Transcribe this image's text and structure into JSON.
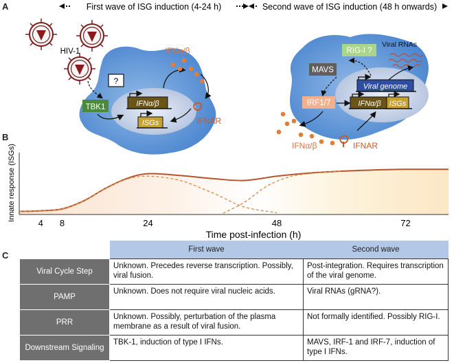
{
  "panels": {
    "a": "A",
    "b": "B",
    "c": "C"
  },
  "header": {
    "first_wave": "First wave of ISG induction (4-24 h)",
    "second_wave": "Second wave of ISG induction (48 h onwards)"
  },
  "cell1": {
    "virus": "HIV-1",
    "unknown": "?",
    "tbk1": "TBK1",
    "ifn_gene": "IFNα/β",
    "isg_gene": "ISGs",
    "ifn_secreted": "IFNα/β",
    "receptor": "IFNAR"
  },
  "cell2": {
    "rigi": "RIG-I ?",
    "viral_rnas": "Viral RNAs",
    "mavs": "MAVS",
    "viral_genome": "Viral genome",
    "irf": "IRF1/7",
    "ifn_gene": "IFNα/β",
    "isg_gene": "ISGs",
    "ifn_secreted": "IFNα/β",
    "receptor": "IFNAR"
  },
  "chart_data": {
    "type": "line",
    "ylabel": "Innate response (ISGs)",
    "xlabel": "Time post-infection (h)",
    "x_ticks": [
      "4",
      "8",
      "24",
      "48",
      "72"
    ],
    "xlim": [
      0,
      80
    ],
    "series": [
      {
        "style": "solid",
        "color": "#b5532a",
        "x": [
          0,
          4,
          8,
          12,
          16,
          20,
          24,
          30,
          36,
          42,
          48,
          54,
          60,
          66,
          72,
          80
        ],
        "y": [
          0.05,
          0.06,
          0.09,
          0.22,
          0.42,
          0.58,
          0.66,
          0.63,
          0.58,
          0.55,
          0.62,
          0.67,
          0.7,
          0.72,
          0.73,
          0.73
        ]
      },
      {
        "style": "dashed",
        "color": "#d98a47",
        "x": [
          0,
          4,
          8,
          12,
          16,
          20,
          24,
          30,
          36,
          42,
          48
        ],
        "y": [
          0.05,
          0.06,
          0.09,
          0.22,
          0.42,
          0.57,
          0.62,
          0.55,
          0.35,
          0.12,
          0.03
        ]
      },
      {
        "style": "dashed",
        "color": "#d98a47",
        "x": [
          38,
          42,
          46,
          50,
          54,
          60
        ],
        "y": [
          0.02,
          0.2,
          0.45,
          0.6,
          0.66,
          0.7
        ]
      }
    ]
  },
  "table": {
    "col_headers": [
      "First wave",
      "Second wave"
    ],
    "rows": [
      {
        "label": "Viral Cycle Step",
        "first": "Unknown. Precedes reverse transcription. Possibly, viral fusion.",
        "second": "Post-integration. Requires transcription of the viral genome."
      },
      {
        "label": "PAMP",
        "first": "Unknown.  Does not require viral nucleic acids.",
        "second": "Viral RNAs (gRNA?)."
      },
      {
        "label": "PRR",
        "first": "Unknown. Possibly, perturbation of the plasma membrane as a result of viral fusion.",
        "second": "Not formally identified. Possibly RIG-I."
      },
      {
        "label": "Downstream Signaling",
        "first": "TBK-1, induction of type I IFNs.",
        "second": "MAVS, IRF-1 and IRF-7, induction of type I IFNs."
      }
    ]
  }
}
